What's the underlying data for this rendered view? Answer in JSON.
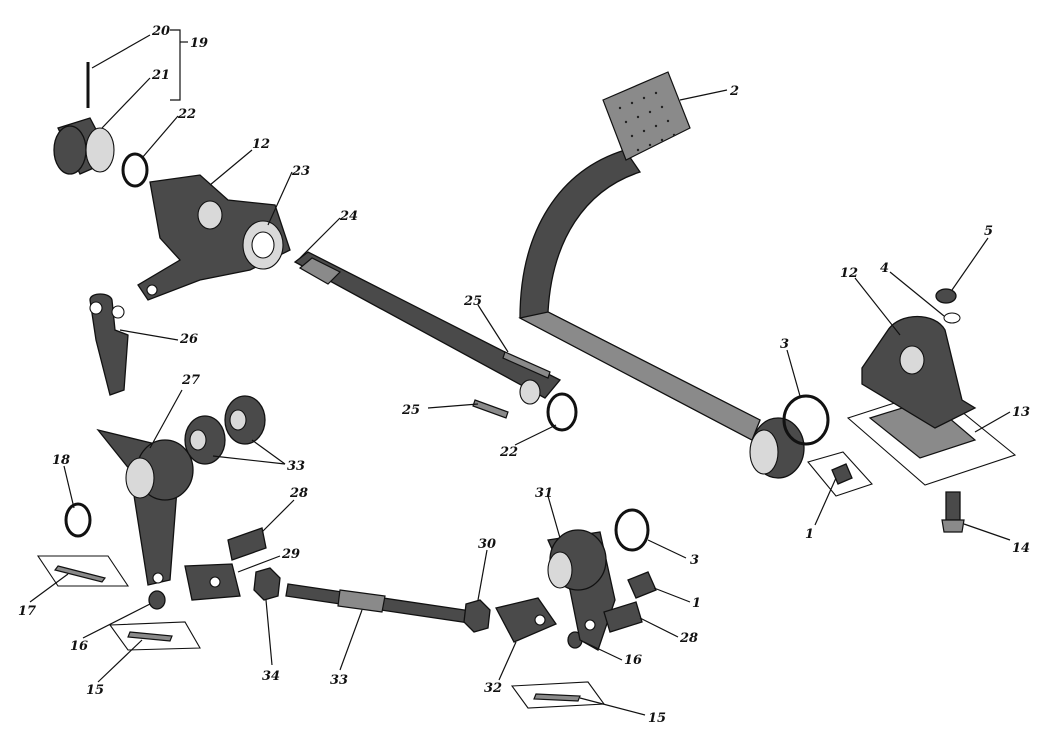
{
  "labels": {
    "l1a": "1",
    "l1b": "1",
    "l2": "2",
    "l3a": "3",
    "l3b": "3",
    "l4": "4",
    "l5": "5",
    "l12a": "12",
    "l12b": "12",
    "l13": "13",
    "l14": "14",
    "l15a": "15",
    "l15b": "15",
    "l16a": "16",
    "l16b": "16",
    "l17": "17",
    "l18": "18",
    "l19": "19",
    "l20": "20",
    "l21": "21",
    "l22a": "22",
    "l22b": "22",
    "l23": "23",
    "l24": "24",
    "l25a": "25",
    "l25b": "25",
    "l26": "26",
    "l27": "27",
    "l28a": "28",
    "l28b": "28",
    "l29": "29",
    "l30": "30",
    "l31": "31",
    "l32": "32",
    "l33a": "33",
    "l33b": "33",
    "l34": "34"
  }
}
